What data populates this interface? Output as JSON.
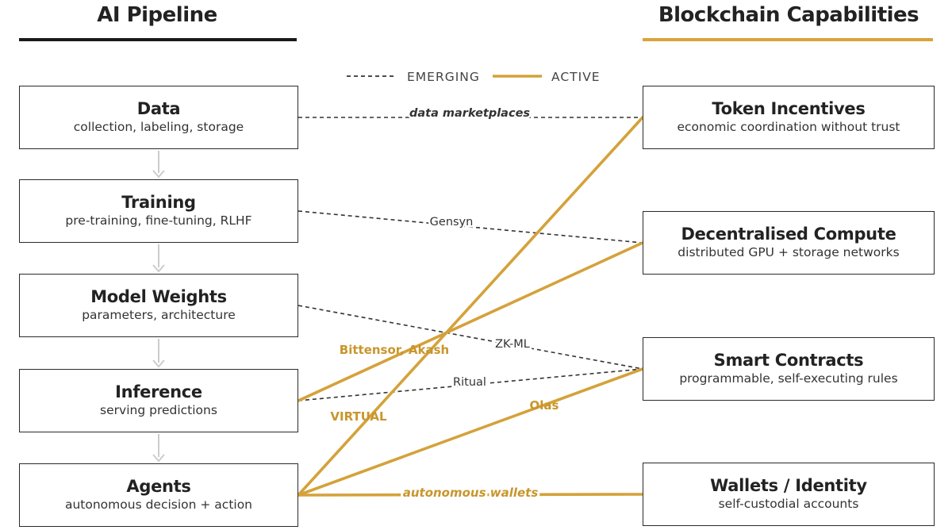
{
  "titles": {
    "left": "AI Pipeline",
    "right": "Blockchain Capabilities"
  },
  "legend": {
    "emerging": "EMERGING",
    "active": "ACTIVE"
  },
  "colors": {
    "active": "#d4a23a",
    "emerging": "#333333",
    "arrow": "#cccccc",
    "label_gold": "#c8962c"
  },
  "pipeline": [
    {
      "title": "Data",
      "subtitle": "collection, labeling, storage"
    },
    {
      "title": "Training",
      "subtitle": "pre-training, fine-tuning, RLHF"
    },
    {
      "title": "Model Weights",
      "subtitle": "parameters, architecture"
    },
    {
      "title": "Inference",
      "subtitle": "serving predictions"
    },
    {
      "title": "Agents",
      "subtitle": "autonomous decision + action"
    }
  ],
  "capabilities": [
    {
      "title": "Token Incentives",
      "subtitle": "economic coordination without trust"
    },
    {
      "title": "Decentralised Compute",
      "subtitle": "distributed GPU + storage networks"
    },
    {
      "title": "Smart Contracts",
      "subtitle": "programmable, self-executing rules"
    },
    {
      "title": "Wallets / Identity",
      "subtitle": "self-custodial accounts"
    }
  ],
  "connections": [
    {
      "from": 0,
      "to": 0,
      "status": "emerging",
      "label": "data marketplaces",
      "italic": true
    },
    {
      "from": 1,
      "to": 1,
      "status": "emerging",
      "label": "Gensyn",
      "italic": false
    },
    {
      "from": 2,
      "to": 2,
      "status": "emerging",
      "label": "ZK-ML",
      "italic": false
    },
    {
      "from": 3,
      "to": 2,
      "status": "emerging",
      "label": "Ritual",
      "italic": false
    },
    {
      "from": 3,
      "to": 1,
      "status": "active",
      "label": "Bittensor, Akash",
      "italic": false
    },
    {
      "from": 4,
      "to": 0,
      "status": "active",
      "label": "VIRTUAL",
      "italic": false
    },
    {
      "from": 4,
      "to": 2,
      "status": "active",
      "label": "Olas",
      "italic": false
    },
    {
      "from": 4,
      "to": 3,
      "status": "active",
      "label": "autonomous wallets",
      "italic": true
    }
  ]
}
